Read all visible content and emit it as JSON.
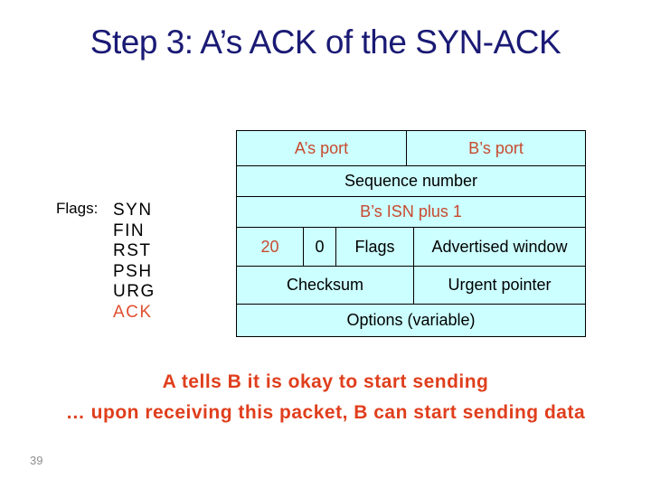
{
  "slide": {
    "title": "Step 3: A’s ACK of the SYN-ACK",
    "page_number": "39"
  },
  "flags_panel": {
    "label": "Flags:",
    "items": [
      {
        "text": "SYN",
        "accent": false
      },
      {
        "text": "FIN",
        "accent": false
      },
      {
        "text": "RST",
        "accent": false
      },
      {
        "text": "PSH",
        "accent": false
      },
      {
        "text": "URG",
        "accent": false
      },
      {
        "text": "ACK",
        "accent": true
      }
    ]
  },
  "packet_diagram": {
    "rows": [
      {
        "cells": [
          {
            "label": "A’s port",
            "accent": true
          },
          {
            "label": "B’s port",
            "accent": true
          }
        ]
      },
      {
        "cells": [
          {
            "label": "Sequence number",
            "accent": false
          }
        ]
      },
      {
        "cells": [
          {
            "label": "B’s ISN plus 1",
            "accent": true
          }
        ]
      },
      {
        "cells": [
          {
            "label": "20",
            "accent": true
          },
          {
            "label": "0",
            "accent": false
          },
          {
            "label": "Flags",
            "accent": false
          },
          {
            "label": "Advertised window",
            "accent": false
          }
        ]
      },
      {
        "cells": [
          {
            "label": "Checksum",
            "accent": false
          },
          {
            "label": "Urgent pointer",
            "accent": false
          }
        ]
      },
      {
        "cells": [
          {
            "label": "Options (variable)",
            "accent": false
          }
        ]
      }
    ]
  },
  "footer": {
    "line1": "A tells B it is okay to start sending",
    "line2": "… upon receiving this packet, B can start sending data"
  },
  "colors": {
    "title_color": "#1a1a75",
    "accent_table": "#c84a2e",
    "accent_bright": "#e03e1c",
    "accent_ack": "#df5030",
    "cell_fill": "#ccffff",
    "page_num_color": "#8f8f8f"
  }
}
